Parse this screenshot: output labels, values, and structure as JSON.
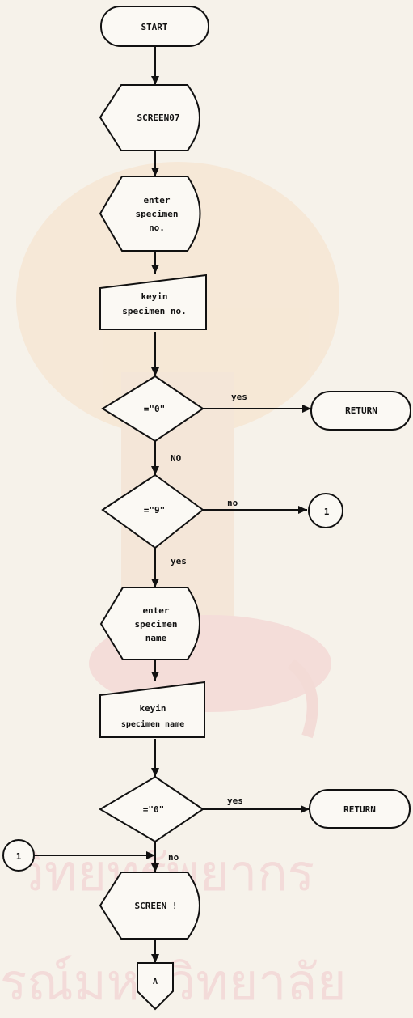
{
  "flowchart": {
    "start": "START",
    "screen07": "SCREEN07",
    "prompt_no": [
      "enter",
      "specimen",
      "no."
    ],
    "keyin_no": [
      "keyin",
      "specimen no."
    ],
    "decision1": "=\"0\"",
    "decision1_yes": "yes",
    "decision1_no": "NO",
    "return1": "RETURN",
    "decision2": "=\"9\"",
    "decision2_no": "no",
    "decision2_yes": "yes",
    "connector_out": "1",
    "prompt_name": [
      "enter",
      "specimen",
      "name"
    ],
    "keyin_name": [
      "keyin",
      "specimen name"
    ],
    "decision3": "=\"0\"",
    "decision3_yes": "yes",
    "decision3_no": "no",
    "return2": "RETURN",
    "connector_in": "1",
    "screen_next": "SCREEN !",
    "offpage": "A"
  },
  "watermark": {
    "line1": "วิทยทรัพยากร",
    "line2": "รณ์มหาวิทยาลัย"
  },
  "colors": {
    "paper": "#f6f2ea",
    "ink": "#111111",
    "watermark": "#f1c9cc"
  }
}
